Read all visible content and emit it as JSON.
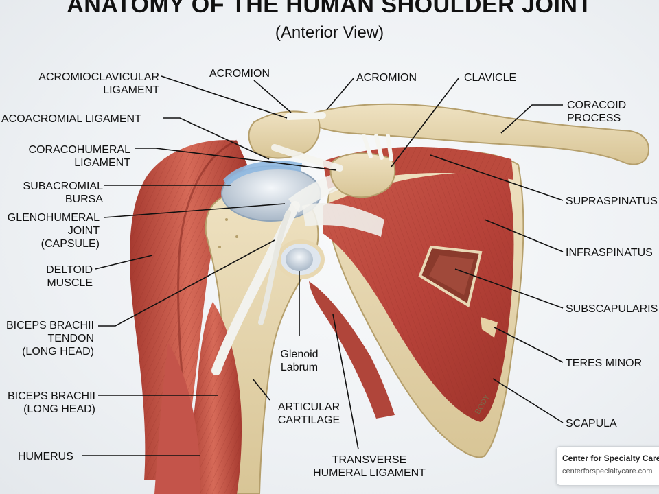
{
  "title": "ANATOMY OF THE HUMAN SHOULDER JOINT",
  "subtitle": "(Anterior View)",
  "labels": {
    "acromioclavicular_ligament": [
      "ACROMIOCLAVICULAR",
      "LIGAMENT"
    ],
    "acromion_left": "ACROMION",
    "acromion_right": "ACROMION",
    "clavicle": "CLAVICLE",
    "coracoid_process": [
      "CORACOID",
      "PROCESS"
    ],
    "coracoacromial_ligament": "ACOACROMIAL LIGAMENT",
    "coracohumeral_ligament": [
      "CORACOHUMERAL",
      "LIGAMENT"
    ],
    "subacromial_bursa": [
      "SUBACROMIAL",
      "BURSA"
    ],
    "glenohumeral_joint": [
      "GLENOHUMERAL",
      "JOINT",
      "(CAPSULE)"
    ],
    "deltoid_muscle": [
      "DELTOID",
      "MUSCLE"
    ],
    "biceps_tendon": [
      "BICEPS BRACHII",
      "TENDON",
      "(LONG HEAD)"
    ],
    "biceps_long_head": [
      "BICEPS BRACHII",
      "(LONG HEAD)"
    ],
    "humerus": "HUMERUS",
    "glenoid_labrum": [
      "Glenoid",
      "Labrum"
    ],
    "articular_cartilage": [
      "ARTICULAR",
      "CARTILAGE"
    ],
    "transverse_humeral_ligament": [
      "TRANSVERSE",
      "HUMERAL LIGAMENT"
    ],
    "supraspinatus": "SUPRASPINATUS",
    "infraspinatus": "INFRASPINATUS",
    "subscapularis": "SUBSCAPULARIS",
    "teres_minor": "TERES MINOR",
    "scapula": "SCAPULA",
    "body_mark": "BODY"
  },
  "credit": {
    "name": "Center for Specialty Care",
    "url": "centerforspecialtycare.com"
  }
}
